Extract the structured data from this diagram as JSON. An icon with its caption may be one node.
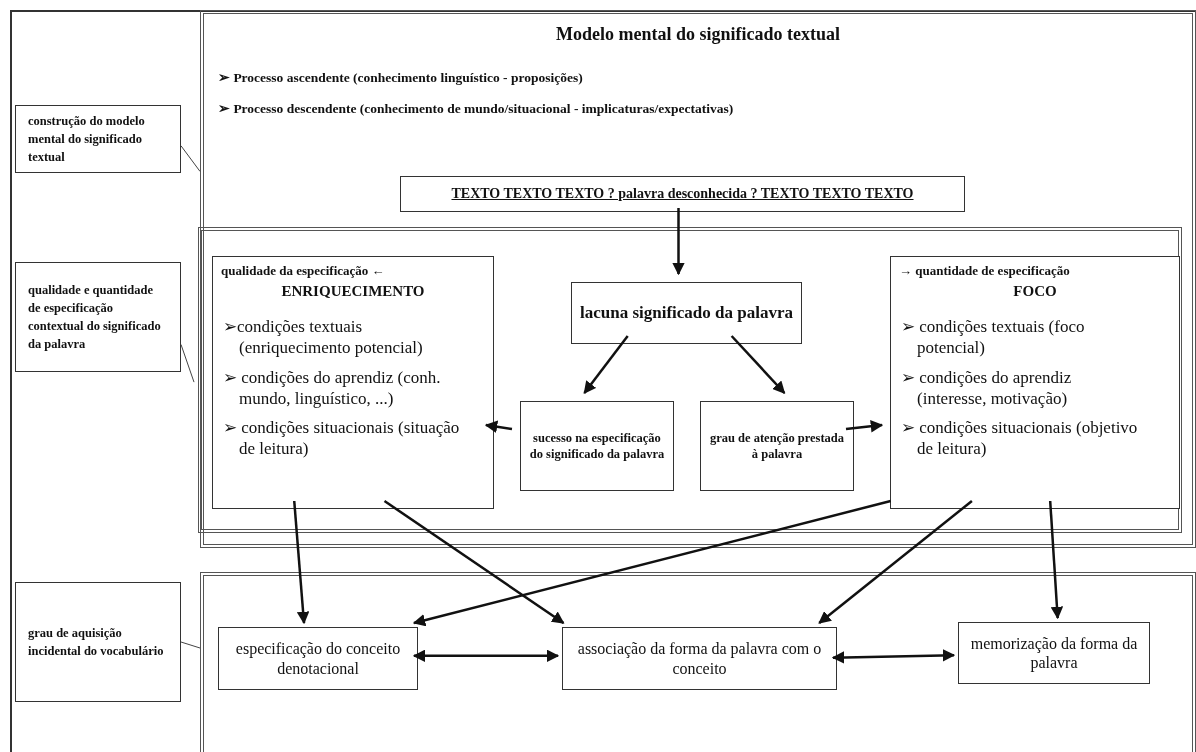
{
  "diagram": {
    "nodes": [
      {
        "text": [
          "Modelo mental do significado textual",
          "➢ Processo ascendente (conhecimento linguístico - proposições)",
          "➢ Processo descendente (conhecimento de mundo/situacional - implicaturas/expectativas)"
        ]
      },
      {
        "text": [
          "TEXTO TEXTO TEXTO  ? palavra desconhecida ? TEXTO TEXTO TEXTO"
        ],
        "in": 0
      },
      {
        "text": [],
        "shape": "box",
        "in": 0
      },
      {
        "text": [
          "qualidade da especificação ←",
          "ENRIQUECIMENTO",
          "➢condições textuais (enriquecimento potencial)",
          "➢ condições do aprendiz (conh. mundo, linguístico, ...)",
          "➢ condições situacionais (situação de leitura)"
        ],
        "in": 2
      },
      {
        "text": [
          "lacuna significado da palavra"
        ],
        "in": 2
      },
      {
        "text": [
          "sucesso na especificação do significado da palavra"
        ],
        "in": 2
      },
      {
        "text": [
          "grau de atenção prestada à palavra"
        ],
        "in": 2
      },
      {
        "text": [
          "→ quantidade de especificação",
          "FOCO",
          "➢ condições textuais (foco potencial)",
          "➢ condições do aprendiz (interesse, motivação)",
          "➢ condições situacionais (objetivo de leitura)"
        ],
        "in": 2
      },
      {
        "text": [],
        "shape": "box"
      },
      {
        "text": [
          "especificação do conceito denotacional"
        ],
        "in": 8
      },
      {
        "text": [
          "associação da forma da palavra com o conceito"
        ],
        "in": 8
      },
      {
        "text": [
          "memorização da forma da palavra"
        ],
        "in": 8
      },
      {
        "text": [
          "construção do modelo mental do significado textual"
        ]
      },
      {
        "text": [
          "qualidade e quantidade de especificação contextual do significado da palavra"
        ]
      },
      {
        "text": [
          "grau de aquisição incidental do vocabulário"
        ]
      }
    ],
    "edges": [
      {
        "from": 1,
        "to": 4,
        "arrow": "to"
      },
      {
        "from": 4,
        "to": 5,
        "arrow": "to"
      },
      {
        "from": 4,
        "to": 6,
        "arrow": "to"
      },
      {
        "from": 5,
        "to": 3,
        "arrow": "to"
      },
      {
        "from": 6,
        "to": 7,
        "arrow": "to"
      },
      {
        "from": 3,
        "to": 9,
        "arrow": "to"
      },
      {
        "from": 3,
        "to": 10,
        "arrow": "to"
      },
      {
        "from": 7,
        "to": 9,
        "arrow": "to"
      },
      {
        "from": 7,
        "to": 10,
        "arrow": "to"
      },
      {
        "from": 7,
        "to": 11,
        "arrow": "to"
      },
      {
        "from": 9,
        "to": 10,
        "arrow": "both"
      },
      {
        "from": 10,
        "to": 11,
        "arrow": "both"
      },
      {
        "from": 12,
        "to": 0,
        "arrow": "none"
      },
      {
        "from": 13,
        "to": 2,
        "arrow": "none"
      },
      {
        "from": 14,
        "to": 8,
        "arrow": "none"
      }
    ]
  }
}
